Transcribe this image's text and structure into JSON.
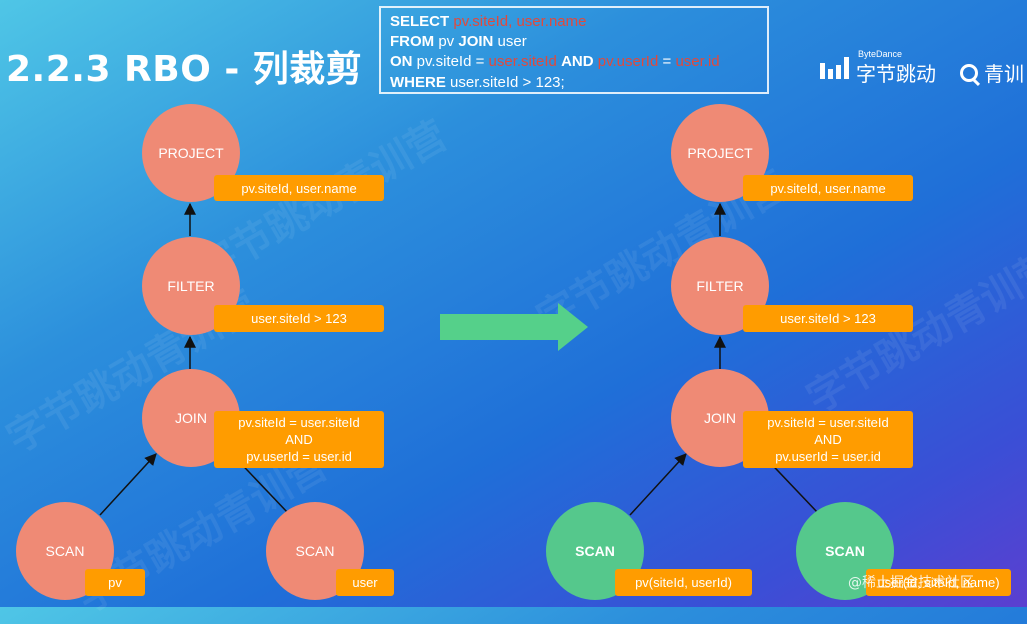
{
  "title": "2.2.3  RBO - 列裁剪",
  "sql": {
    "line1": {
      "kw": "SELECT",
      "hl": "pv.siteId, user.name"
    },
    "line2": {
      "kw1": "FROM",
      "t1": "pv",
      "kw2": "JOIN",
      "t2": "user"
    },
    "line3": {
      "kw1": "ON",
      "t1": "pv.siteId = ",
      "h1": "user.siteId",
      "kw2": "AND",
      "h2": "pv.userId",
      "t2": " = ",
      "h3": "user.id"
    },
    "line4": {
      "kw": "WHERE",
      "text": "user.siteId > 123;"
    }
  },
  "logos": {
    "bytedance_small": "ByteDance",
    "bytedance_big": "字节跳动",
    "qingxun": "青训"
  },
  "watermark_text": "字节跳动青训营",
  "left_tree": {
    "project": {
      "label": "PROJECT",
      "tag": "pv.siteId, user.name"
    },
    "filter": {
      "label": "FILTER",
      "tag": "user.siteId > 123"
    },
    "join": {
      "label": "JOIN",
      "tag_l1": "pv.siteId = user.siteId",
      "tag_l2": "AND",
      "tag_l3": "pv.userId = user.id"
    },
    "scan_left": {
      "label": "SCAN",
      "tag": "pv"
    },
    "scan_right": {
      "label": "SCAN",
      "tag": "user"
    }
  },
  "right_tree": {
    "project": {
      "label": "PROJECT",
      "tag": "pv.siteId, user.name"
    },
    "filter": {
      "label": "FILTER",
      "tag": "user.siteId > 123"
    },
    "join": {
      "label": "JOIN",
      "tag_l1": "pv.siteId = user.siteId",
      "tag_l2": "AND",
      "tag_l3": "pv.userId = user.id"
    },
    "scan_left": {
      "label": "SCAN",
      "tag": "pv(siteId, userId)"
    },
    "scan_right": {
      "label": "SCAN",
      "tag": "user(id, siteId, name)"
    }
  },
  "footer": "@稀土掘金技术社区",
  "colors": {
    "node_default": "#ef8a75",
    "node_pruned": "#55c88c",
    "tag": "#ff9c00",
    "sql_highlight": "#e04a3d",
    "transform_arrow": "#55d08a"
  }
}
